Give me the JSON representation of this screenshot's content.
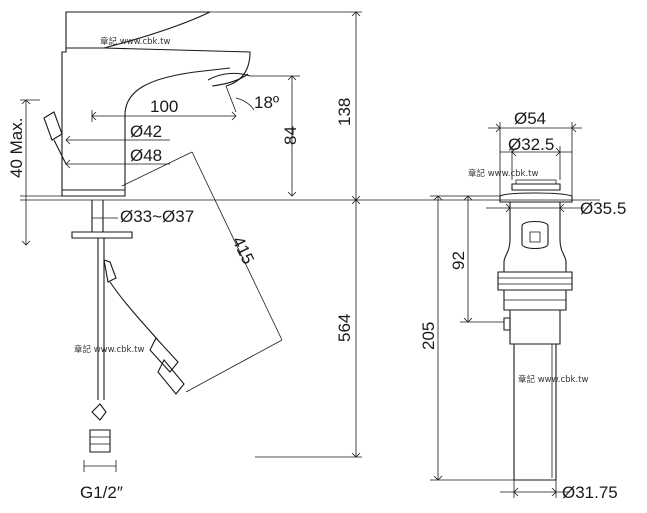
{
  "faucet": {
    "dim_100": "100",
    "dim_18": "18º",
    "dim_42": "Ø42",
    "dim_48": "Ø48",
    "dim_84": "84",
    "dim_138": "138",
    "dim_40max": "40 Max.",
    "dim_hole": "Ø33~Ø37",
    "dim_415": "415",
    "dim_564": "564",
    "dim_thread": "G1/2″"
  },
  "drain": {
    "dim_54": "Ø54",
    "dim_32_5": "Ø32.5",
    "dim_35_5": "Ø35.5",
    "dim_92": "92",
    "dim_205": "205",
    "dim_31_75": "Ø31.75"
  },
  "watermarks": {
    "top": "章記 www.cbk.tw",
    "left": "章記 www.cbk.tw",
    "drain_top": "章記 www.cbk.tw",
    "drain_bottom": "章記 www.cbk.tw"
  }
}
